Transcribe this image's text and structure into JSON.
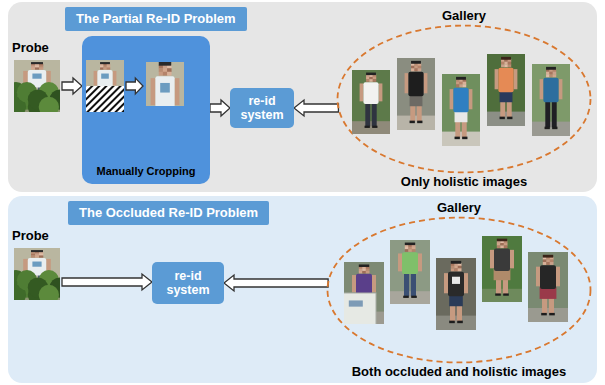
{
  "diagram": {
    "nodes": [
      {
        "text": [
          "The Partial Re-ID Problem"
        ]
      },
      {
        "text": [
          "Probe"
        ]
      },
      {
        "text": [
          "Manually Cropping"
        ]
      },
      {
        "text": [
          "re-id system"
        ]
      },
      {
        "text": [
          "Gallery",
          "Only holistic images"
        ]
      },
      {
        "text": [
          "The Occluded Re-ID Problem"
        ]
      },
      {
        "text": [
          "Probe"
        ]
      },
      {
        "text": [
          "re-id system"
        ]
      },
      {
        "text": [
          "Gallery",
          "Both occluded and holistic images"
        ]
      }
    ],
    "edges": [
      {
        "from": 1,
        "to": 2,
        "arrow": "to"
      },
      {
        "from": 2,
        "to": 3,
        "arrow": "to"
      },
      {
        "from": 4,
        "to": 3,
        "arrow": "to"
      },
      {
        "from": 6,
        "to": 7,
        "arrow": "to"
      },
      {
        "from": 8,
        "to": 7,
        "arrow": "to"
      }
    ]
  }
}
